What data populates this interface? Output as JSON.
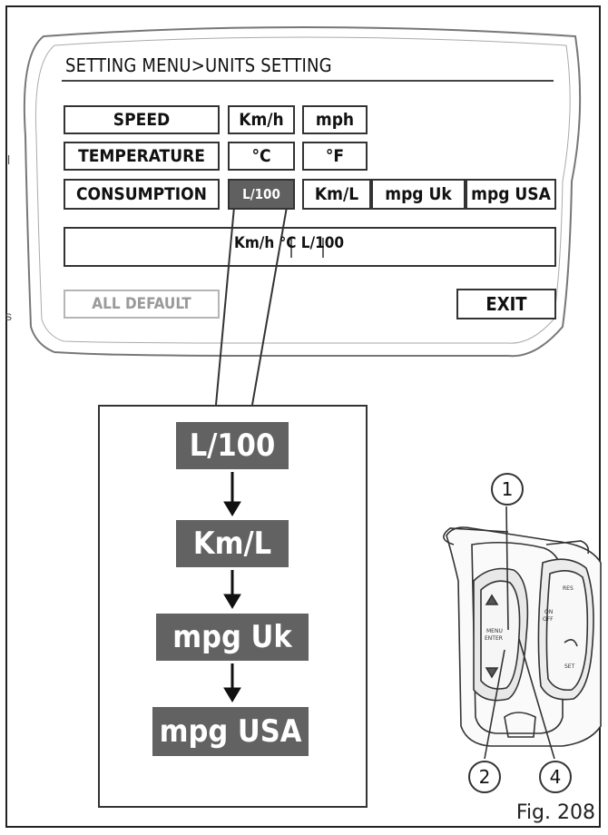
{
  "screen": {
    "title": "SETTING MENU>UNITS SETTING",
    "rows": [
      {
        "label": "SPEED",
        "options": [
          "Km/h",
          "mph"
        ]
      },
      {
        "label": "TEMPERATURE",
        "options": [
          "°C",
          "°F"
        ]
      },
      {
        "label": "CONSUMPTION",
        "options": [
          "L/100",
          "Km/L",
          "mpg  Uk",
          "mpg USA"
        ]
      }
    ],
    "selected_consumption": "L/100",
    "summary": "Km/h °C L/100",
    "all_default_label": "ALL DEFAULT",
    "exit_label": "EXIT"
  },
  "sequence": {
    "steps": [
      "L/100",
      "Km/L",
      "mpg  Uk",
      "mpg USA"
    ]
  },
  "device": {
    "callouts": [
      "1",
      "2",
      "4"
    ],
    "button_labels": {
      "menu_enter": "MENU ENTER",
      "on_off": "ON OFF",
      "res": "RES",
      "set": "SET"
    }
  },
  "figure_label": "Fig. 208",
  "colors": {
    "selected_fill": "#606060",
    "step_fill": "#626262",
    "line": "#333333",
    "disabled": "#9a9a9a"
  }
}
